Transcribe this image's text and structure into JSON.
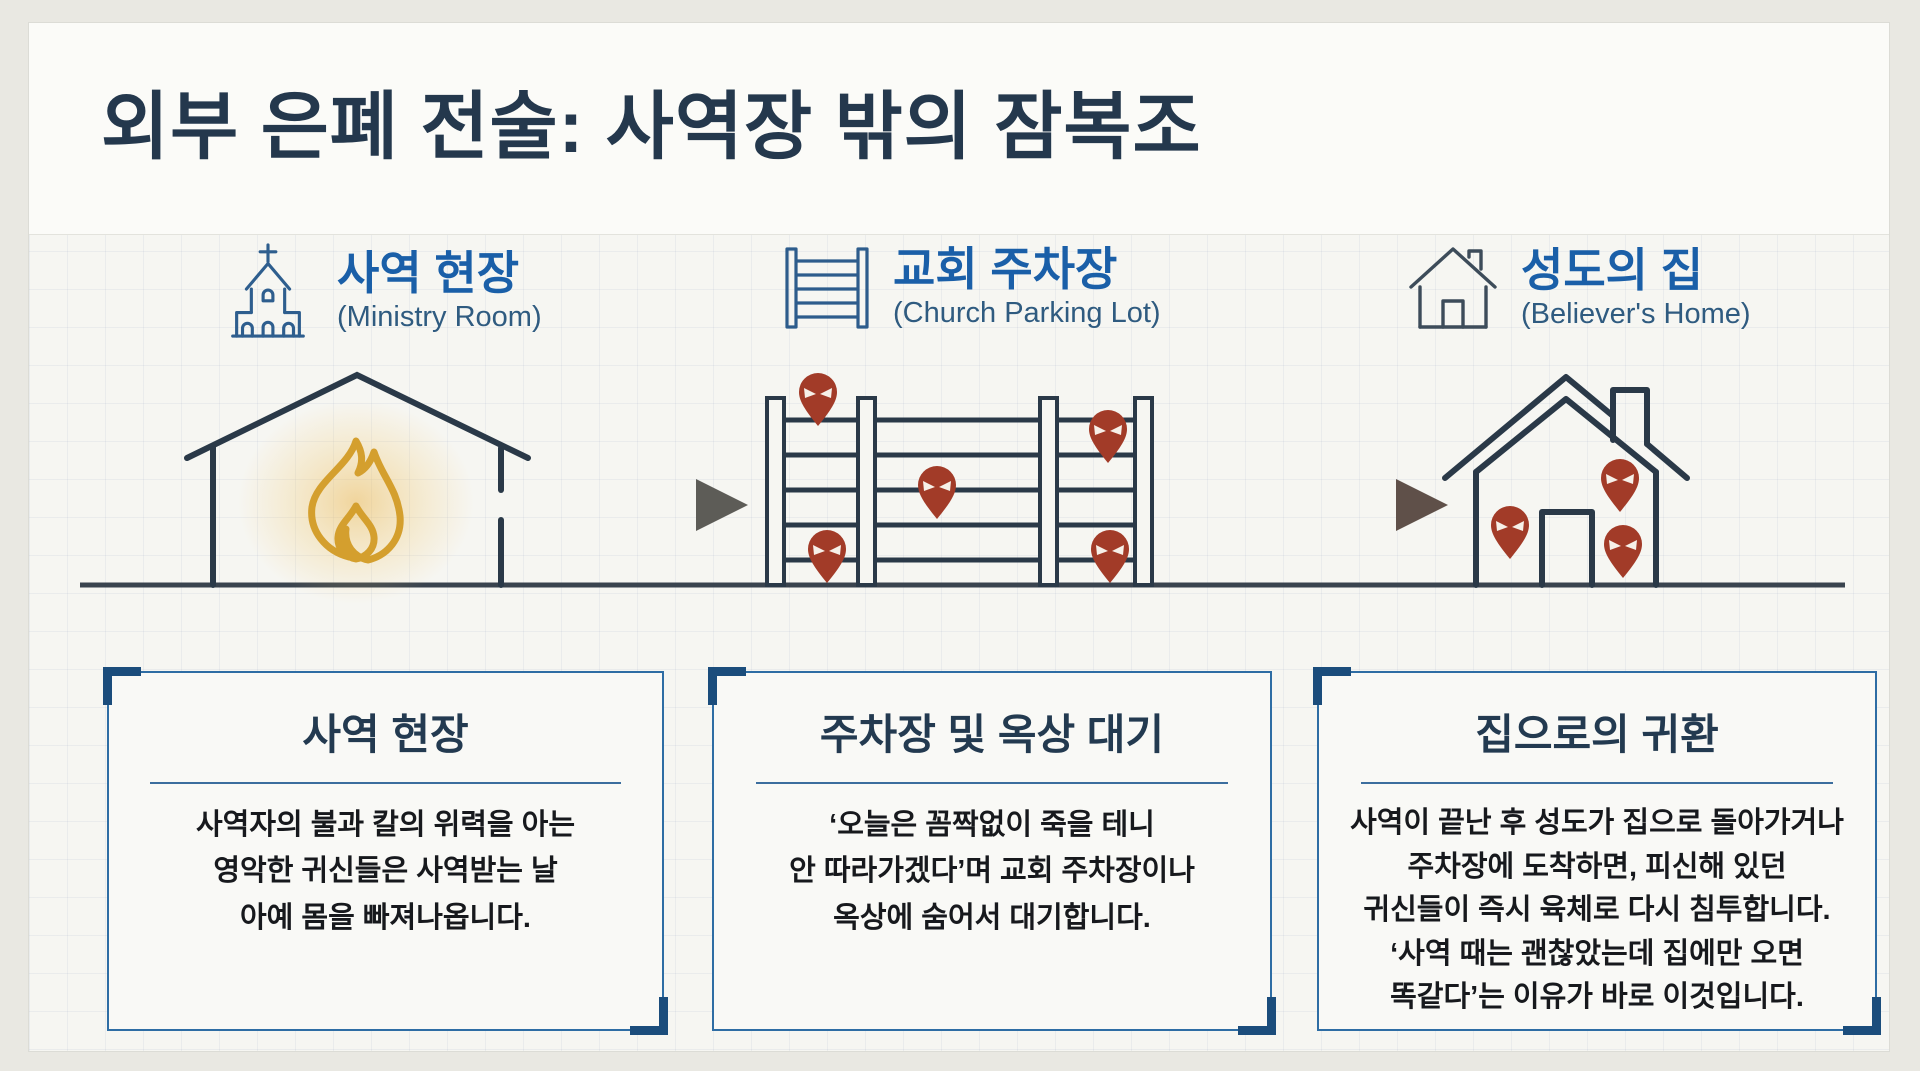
{
  "title": "외부 은폐 전술: 사역장 밖의 잠복조",
  "stages": [
    {
      "icon": "church-icon",
      "korean": "사역 현장",
      "english": "(Ministry Room)"
    },
    {
      "icon": "fence-icon",
      "korean": "교회 주차장",
      "english": "(Church Parking Lot)"
    },
    {
      "icon": "home-icon",
      "korean": "성도의 집",
      "english": "(Believer's Home)"
    }
  ],
  "cards": [
    {
      "title": "사역 현장",
      "body": "사역자의 불과 칼의 위력을 아는\n영악한 귀신들은 사역받는 날\n아예 몸을 빠져나옵니다."
    },
    {
      "title": "주차장 및 옥상 대기",
      "body": "‘오늘은 꼼짝없이 죽을 테니\n안 따라가겠다’며 교회 주차장이나\n옥상에 숨어서 대기합니다."
    },
    {
      "title": "집으로의 귀환",
      "body": "사역이 끝난 후 성도가 집으로 돌아가거나\n주차장에 도착하면, 피신해 있던\n귀신들이 즉시 육체로 다시 침투합니다.\n‘사역 때는 괜찮았는데 집에만 오면\n똑같다’는 이유가 바로 이것입니다."
    }
  ],
  "colors": {
    "title_navy": "#24384d",
    "stage_blue": "#1a5fa8",
    "stage_sub_blue": "#2f5b80",
    "outline_dark": "#2a3948",
    "demon_red": "#a23b28",
    "flame_gold": "#d49f2e",
    "card_border": "#2e6da4",
    "card_corner": "#1b4d7c",
    "arrow1_start": "#c99a2f",
    "arrow1_end": "#5d5c57",
    "arrow2_start": "#a64732",
    "arrow2_end": "#5c5047"
  }
}
